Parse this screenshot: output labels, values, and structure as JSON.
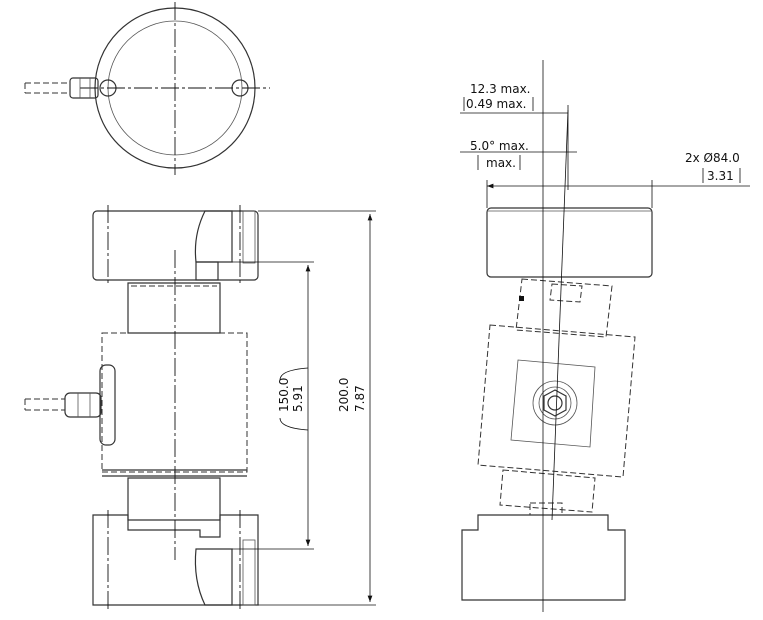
{
  "drawing": {
    "dimensions": {
      "height_total": {
        "mm": "200.0",
        "inch": "7.87"
      },
      "height_reference": {
        "mm": "150.0",
        "inch": "5.91"
      },
      "offset_max": {
        "mm": "12.3 max.",
        "inch": "0.49 max."
      },
      "tilt_max": {
        "deg": "5.0° max.",
        "bracket": "max."
      },
      "diameter": {
        "mm": "2x Ø84.0",
        "inch": "3.31"
      }
    },
    "colors": {
      "line": "#333333",
      "background": "#ffffff"
    }
  }
}
